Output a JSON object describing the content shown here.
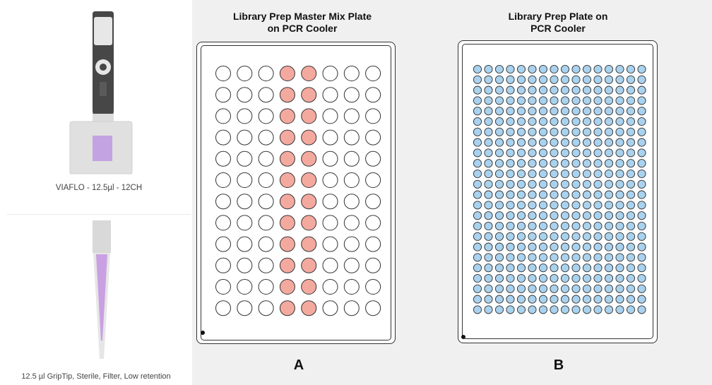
{
  "pipette": {
    "caption": "VIAFLO - 12.5µl - 12CH",
    "window_color": "#c4a3e3"
  },
  "tip": {
    "caption": "12.5 µl GripTip, Sterile, Filter, Low retention",
    "liquid_color": "#c9a0e2"
  },
  "plate_a": {
    "title_line1": "Library Prep Master Mix Plate",
    "title_line2": "on PCR Cooler",
    "label": "A",
    "rows": 12,
    "cols": 8,
    "filled_columns": [
      4,
      5
    ],
    "fill_color": "#f4a99f",
    "empty_color": "#ffffff"
  },
  "plate_b": {
    "title_line1": "Library Prep Plate on",
    "title_line2": "PCR Cooler",
    "label": "B",
    "rows": 24,
    "cols": 16,
    "fill_color": "#a9d2ee"
  }
}
